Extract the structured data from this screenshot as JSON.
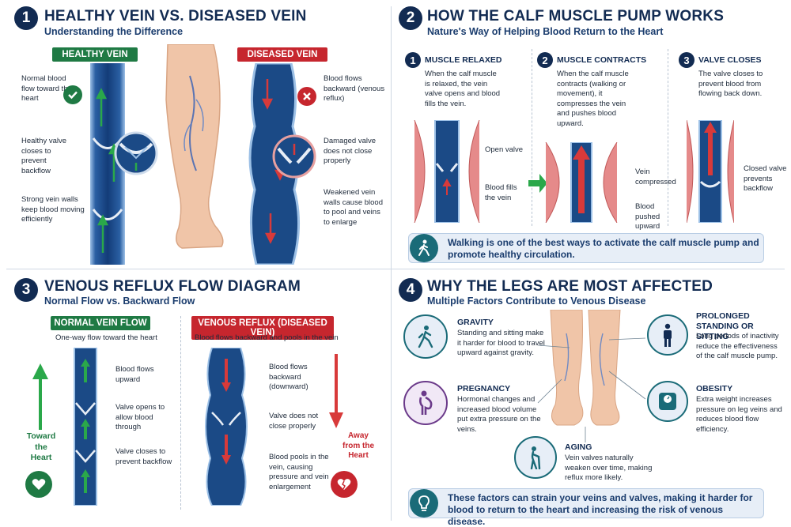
{
  "panel1": {
    "number": "1",
    "title": "HEALTHY VEIN VS. DISEASED VEIN",
    "subtitle": "Understanding the Difference",
    "healthy_tag": "HEALTHY VEIN",
    "diseased_tag": "DISEASED VEIN",
    "healthy_notes": [
      "Normal blood flow toward the heart",
      "Healthy valve closes to prevent backflow",
      "Strong vein walls keep blood moving efficiently"
    ],
    "diseased_notes": [
      "Blood flows backward (venous reflux)",
      "Damaged valve does not close properly",
      "Weakened vein walls cause blood to pool and veins to enlarge"
    ]
  },
  "panel2": {
    "number": "2",
    "title": "HOW THE CALF MUSCLE PUMP WORKS",
    "subtitle": "Nature's Way of Helping Blood Return to the Heart",
    "steps": [
      {
        "number": "1",
        "title": "MUSCLE RELAXED",
        "text": "When the calf muscle is relaxed, the vein valve opens and blood fills the vein.",
        "labels": [
          "Open valve",
          "Blood fills the vein"
        ]
      },
      {
        "number": "2",
        "title": "MUSCLE CONTRACTS",
        "text": "When the calf muscle contracts (walking or movement), it compresses the vein and pushes blood upward.",
        "labels": [
          "Vein compressed",
          "Blood pushed upward"
        ]
      },
      {
        "number": "3",
        "title": "VALVE CLOSES",
        "text": "The valve closes to prevent blood from flowing back down.",
        "labels": [
          "Closed valve prevents backflow"
        ]
      }
    ],
    "banner": "Walking is one of the best ways to activate the calf muscle pump and promote healthy circulation."
  },
  "panel3": {
    "number": "3",
    "title": "VENOUS REFLUX FLOW DIAGRAM",
    "subtitle": "Normal Flow vs. Backward Flow",
    "normal_tag": "NORMAL VEIN FLOW",
    "normal_caption": "One-way flow toward the heart",
    "normal_labels": [
      "Blood flows upward",
      "Valve opens to allow blood through",
      "Valve closes to prevent backflow"
    ],
    "toward_label": "Toward the Heart",
    "reflux_tag": "VENOUS REFLUX (DISEASED VEIN)",
    "reflux_caption": "Blood flows backward and pools in the vein",
    "reflux_labels": [
      "Blood flows backward (downward)",
      "Valve does not close properly",
      "Blood pools in the vein, causing pressure and vein enlargement"
    ],
    "away_label": "Away from the Heart"
  },
  "panel4": {
    "number": "4",
    "title": "WHY THE LEGS ARE MOST AFFECTED",
    "subtitle": "Multiple Factors Contribute to Venous Disease",
    "factors": [
      {
        "title": "GRAVITY",
        "text": "Standing and sitting make it harder for blood to travel upward against gravity."
      },
      {
        "title": "PREGNANCY",
        "text": "Hormonal changes and increased blood volume put extra pressure on the veins."
      },
      {
        "title": "AGING",
        "text": "Vein valves naturally weaken over time, making reflux more likely."
      },
      {
        "title": "PROLONGED STANDING OR SITTING",
        "text": "Long periods of inactivity reduce the effectiveness of the calf muscle pump."
      },
      {
        "title": "OBESITY",
        "text": "Extra weight increases pressure on leg veins and reduces blood flow efficiency."
      }
    ],
    "banner": "These factors can strain your veins and valves, making it harder for blood to return to the heart and increasing the risk of venous disease."
  },
  "colors": {
    "navy": "#122b52",
    "green": "#1f7a44",
    "red": "#c6262e",
    "teal": "#1a6b78",
    "purple": "#6b3a8a",
    "vein_blue": "#1d4f8f"
  }
}
